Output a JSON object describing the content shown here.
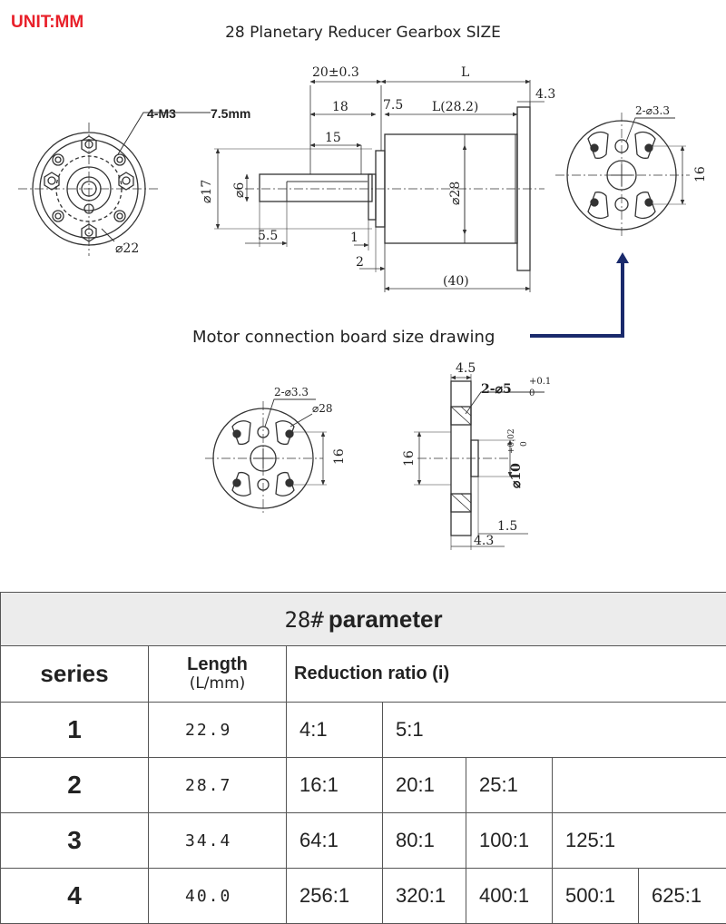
{
  "unit_label": "UNIT:MM",
  "title": "28  Planetary Reducer Gearbox SIZE",
  "caption": "Motor connection board size drawing",
  "front_view": {
    "thread": "4-M3",
    "thread_depth": "7.5mm",
    "bolt_circle": "⌀22"
  },
  "side_view": {
    "dim_shaft_total": "20±0.3",
    "dim_key_18": "18",
    "dim_key_15": "15",
    "dim_L": "L",
    "dim_7_5": "7.5",
    "dim_L_28": "L(28.2)",
    "dim_4_3": "4.3",
    "dim_phi17": "⌀17",
    "dim_phi6": "⌀6",
    "dim_phi28": "⌀28",
    "dim_5_5": "5.5",
    "dim_1": "1",
    "dim_2": "2",
    "dim_40": "(40)"
  },
  "rear_view": {
    "holes": "2-⌀3.3",
    "dim_16": "16"
  },
  "board_front": {
    "holes": "2-⌀3.3",
    "diameter": "⌀28",
    "dim_16": "16"
  },
  "board_side": {
    "dim_4_5": "4.5",
    "holes_prefix": "2-⌀5",
    "holes_tol_upper": "+0.1",
    "holes_tol_lower": "0",
    "dim_16": "16",
    "bore_prefix": "⌀10",
    "bore_tol_upper": "+0.02",
    "bore_tol_lower": "0",
    "dim_1_5": "1.5",
    "dim_4_3": "4.3"
  },
  "params": {
    "title_num": "28#",
    "title_word": "parameter",
    "header_series": "series",
    "header_length_1": "Length",
    "header_length_2": "(L/mm)",
    "header_ratio": "Reduction ratio (i)",
    "rows": [
      {
        "series": "1",
        "length": "22.9",
        "ratios": [
          "4:1",
          "5:1",
          "",
          "",
          ""
        ]
      },
      {
        "series": "2",
        "length": "28.7",
        "ratios": [
          "16:1",
          "20:1",
          "25:1",
          "",
          ""
        ]
      },
      {
        "series": "3",
        "length": "34.4",
        "ratios": [
          "64:1",
          "80:1",
          "100:1",
          "125:1",
          ""
        ]
      },
      {
        "series": "4",
        "length": "40.0",
        "ratios": [
          "256:1",
          "320:1",
          "400:1",
          "500:1",
          "625:1"
        ]
      }
    ]
  },
  "colors": {
    "unit_label": "#e8202a",
    "arrow": "#1a2a6c",
    "header_bg": "#ececec"
  }
}
